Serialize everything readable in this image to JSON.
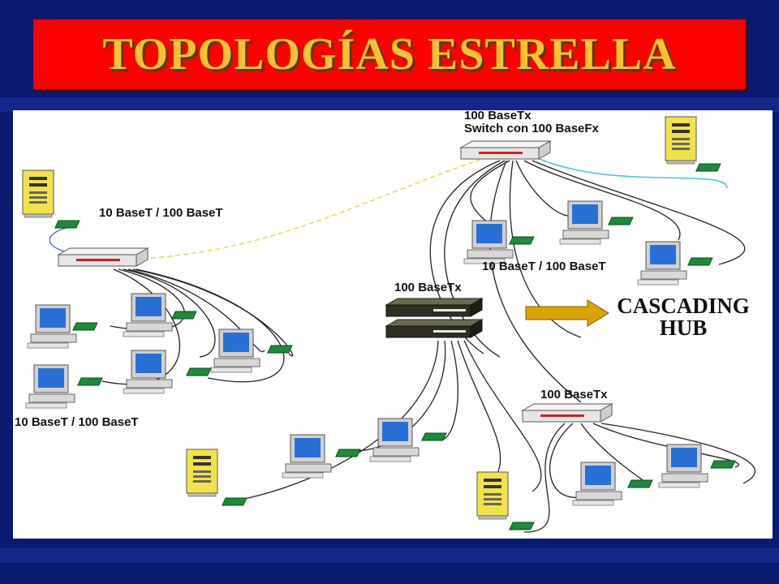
{
  "title": "TOPOLOGÍAS ESTRELLA",
  "labels": {
    "switch_top_1": "100 BaseTx",
    "switch_top_2": "Switch con 100 BaseFx",
    "hub_left_top": "10 BaseT / 100 BaseT",
    "hub_left_bottom": "10 BaseT / 100 BaseT",
    "group_right": "10 BaseT / 100 BaseT",
    "stack_center": "100 BaseTx",
    "hub_bottom_right": "100 BaseTx",
    "cascading_1": "CASCADING",
    "cascading_2": "HUB"
  },
  "colors": {
    "background": "#0a1a6e",
    "title_bar": "#ff0000",
    "title_text": "#f4c430",
    "fiber_link": "#f2d64b",
    "cyan_link": "#48c8e0",
    "arrow": "#d9a400"
  }
}
